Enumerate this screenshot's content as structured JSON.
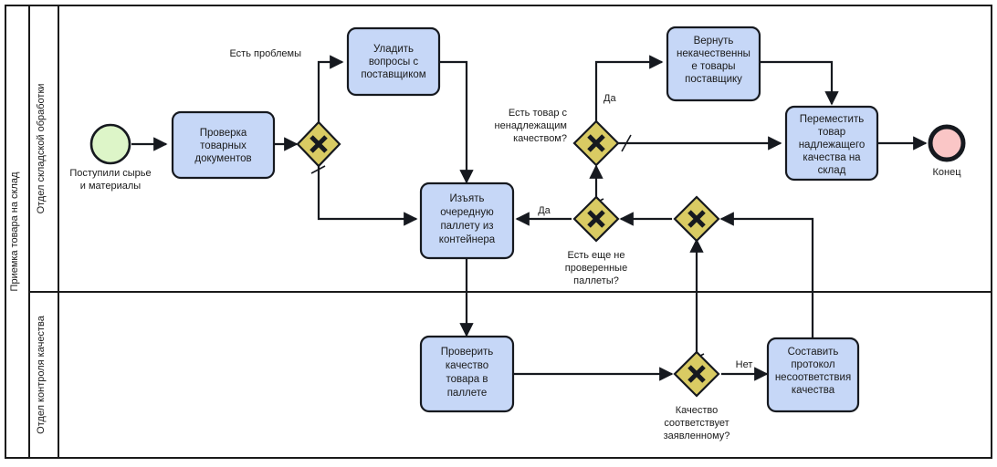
{
  "diagram": {
    "type": "bpmn-process",
    "pool": {
      "title": "Приемка товара на склад"
    },
    "lanes": [
      {
        "id": "lane-warehouse",
        "title": "Отдел складской обработки"
      },
      {
        "id": "lane-quality",
        "title": "Отдел контроля качества"
      }
    ],
    "colors": {
      "task_fill": "#c6d7f7",
      "gateway_fill": "#d9cb63",
      "start_event_fill": "#ddf5c8",
      "end_event_fill": "#fac6c6",
      "stroke": "#16191f"
    },
    "events": [
      {
        "id": "start",
        "kind": "start",
        "label": "Поступили сырье и материалы",
        "label_line1": "Поступили сырье",
        "label_line2": "и материалы"
      },
      {
        "id": "end",
        "kind": "end",
        "label": "Конец"
      }
    ],
    "tasks": [
      {
        "id": "task-check-docs",
        "lines": [
          "Проверка",
          "товарных",
          "документов"
        ]
      },
      {
        "id": "task-settle-supplier",
        "lines": [
          "Уладить",
          "вопросы с",
          "поставщиком"
        ]
      },
      {
        "id": "task-return-goods",
        "lines": [
          "Вернуть",
          "некачественны",
          "е товары",
          "поставщику"
        ]
      },
      {
        "id": "task-move-to-storage",
        "lines": [
          "Переместить",
          "товар",
          "надлежащего",
          "качества на",
          "склад"
        ]
      },
      {
        "id": "task-take-pallet",
        "lines": [
          "Изъять",
          "очередную",
          "паллету из",
          "контейнера"
        ]
      },
      {
        "id": "task-check-quality",
        "lines": [
          "Проверить",
          "качество",
          "товара в",
          "паллете"
        ]
      },
      {
        "id": "task-nonconformance-report",
        "lines": [
          "Составить",
          "протокол",
          "несоответствия",
          "качества"
        ]
      }
    ],
    "gateways": [
      {
        "id": "gw-docs-problem",
        "symbol": "X",
        "label_lines": []
      },
      {
        "id": "gw-bad-quality",
        "symbol": "X",
        "label_lines": [
          "Есть товар с",
          "ненадлежащим",
          "качеством?"
        ]
      },
      {
        "id": "gw-more-pallets",
        "symbol": "X",
        "label_lines": [
          "Есть еще не",
          "проверенные",
          "паллеты?"
        ]
      },
      {
        "id": "gw-merge",
        "symbol": "X",
        "label_lines": []
      },
      {
        "id": "gw-quality-ok",
        "symbol": "X",
        "label_lines": [
          "Качество",
          "соответствует",
          "заявленному?"
        ]
      }
    ],
    "flow_labels": [
      {
        "id": "flow-has-problems",
        "text": "Есть проблемы"
      },
      {
        "id": "flow-yes-return",
        "text": "Да"
      },
      {
        "id": "flow-yes-more-pallets",
        "text": "Да"
      },
      {
        "id": "flow-no-quality",
        "text": "Нет"
      }
    ]
  }
}
